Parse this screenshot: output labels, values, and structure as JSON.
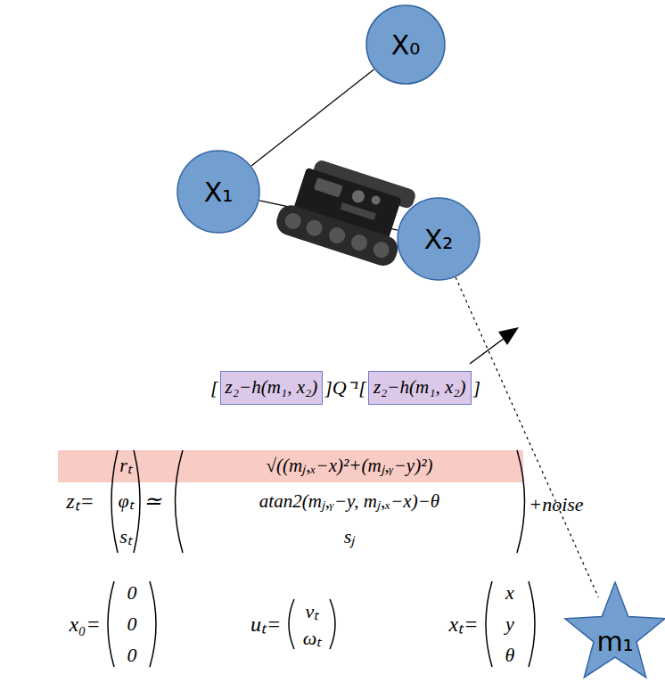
{
  "diagram": {
    "nodes": [
      {
        "text": [
          "X₀"
        ]
      },
      {
        "text": [
          "X₁"
        ]
      },
      {
        "text": [
          "X₂"
        ]
      },
      {
        "text": [
          "z₂−h(m₁, x₂)"
        ]
      },
      {
        "text": [
          "z₂−h(m₁, x₂)"
        ]
      },
      {
        "text": [
          "m₁"
        ]
      }
    ],
    "edges": [
      {
        "from": 0,
        "to": 1,
        "arrow": "none"
      },
      {
        "from": 1,
        "to": 2,
        "arrow": "none"
      },
      {
        "from": 2,
        "to": 5,
        "arrow": "none"
      }
    ],
    "labels": [
      "[",
      "]Q⁻¹[",
      "]",
      "zₜ=",
      "rₜ",
      "φₜ",
      "sₜ",
      "≃",
      "√((mⱼ,ₓ−x)²+(mⱼ,ᵧ−y)²)",
      "atan2(mⱼ,ᵧ−y, mⱼ,ₓ−x)−θ",
      "sⱼ",
      "+noise",
      "x₀=",
      "0",
      "0",
      "0",
      "uₜ=",
      "vₜ",
      "ωₜ",
      "xₜ=",
      "x",
      "y",
      "θ"
    ]
  }
}
